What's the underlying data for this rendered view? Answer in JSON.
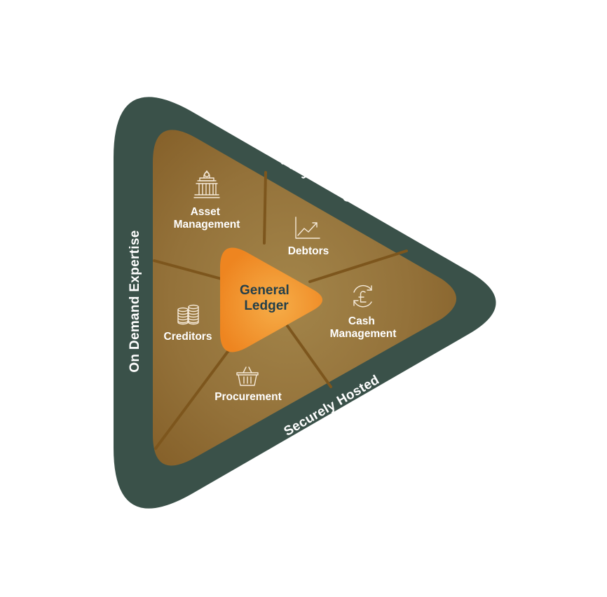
{
  "edges": {
    "top": "Fully Managed",
    "left": "On Demand Expertise",
    "bottom": "Securely Hosted"
  },
  "center": {
    "line1": "General",
    "line2": "Ledger"
  },
  "segments": {
    "asset": {
      "line1": "Asset",
      "line2": "Management",
      "icon": "bank-building-icon"
    },
    "debtors": {
      "label": "Debtors",
      "icon": "line-chart-icon"
    },
    "cash": {
      "line1": "Cash",
      "line2": "Management",
      "icon": "pound-cycle-icon"
    },
    "procurement": {
      "label": "Procurement",
      "icon": "shopping-basket-icon"
    },
    "creditors": {
      "label": "Creditors",
      "icon": "coin-stack-icon"
    }
  },
  "colors": {
    "outer_ring": "#3a5149",
    "inner_fill": "#97743a",
    "center": "#f08d20",
    "divider": "#7d561d",
    "text": "#ffffff"
  }
}
